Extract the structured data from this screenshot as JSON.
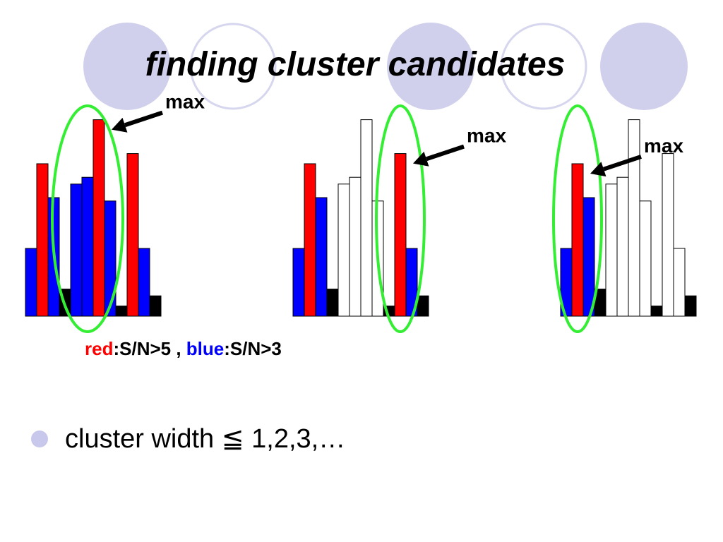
{
  "slide": {
    "title": "finding cluster candidates",
    "legend": {
      "red_word": "red",
      "red_rule": ":S/N>5 , ",
      "blue_word": "blue",
      "blue_rule": ":S/N>3"
    },
    "bullet": "cluster width ≦ 1,2,3,…",
    "colors": {
      "red": "#ff0000",
      "blue": "#0000ff",
      "black": "#000000",
      "white": "#ffffff",
      "highlight_green": "#33ee33",
      "decor_fill": "#d0d0ec",
      "decor_ring": "#d6d6ee"
    },
    "strip_levels": [
      2,
      4.5,
      3.5,
      0.8,
      3.9,
      4.1,
      5.8,
      3.4,
      0.3,
      4.8,
      2,
      0.6
    ],
    "panels": [
      {
        "bar_colors": [
          "blue",
          "red",
          "blue",
          "black",
          "blue",
          "blue",
          "red",
          "blue",
          "black",
          "red",
          "blue",
          "black"
        ],
        "highlight": [
          3,
          7
        ],
        "max_label": "max"
      },
      {
        "bar_colors": [
          "blue",
          "red",
          "blue",
          "black",
          "white",
          "white",
          "white",
          "white",
          "black",
          "red",
          "blue",
          "black"
        ],
        "highlight": [
          8,
          10
        ],
        "max_label": "max"
      },
      {
        "bar_colors": [
          "blue",
          "red",
          "blue",
          "black",
          "white",
          "white",
          "white",
          "white",
          "black",
          "white",
          "white",
          "black"
        ],
        "highlight": [
          0,
          2
        ],
        "max_label": "max"
      }
    ]
  }
}
